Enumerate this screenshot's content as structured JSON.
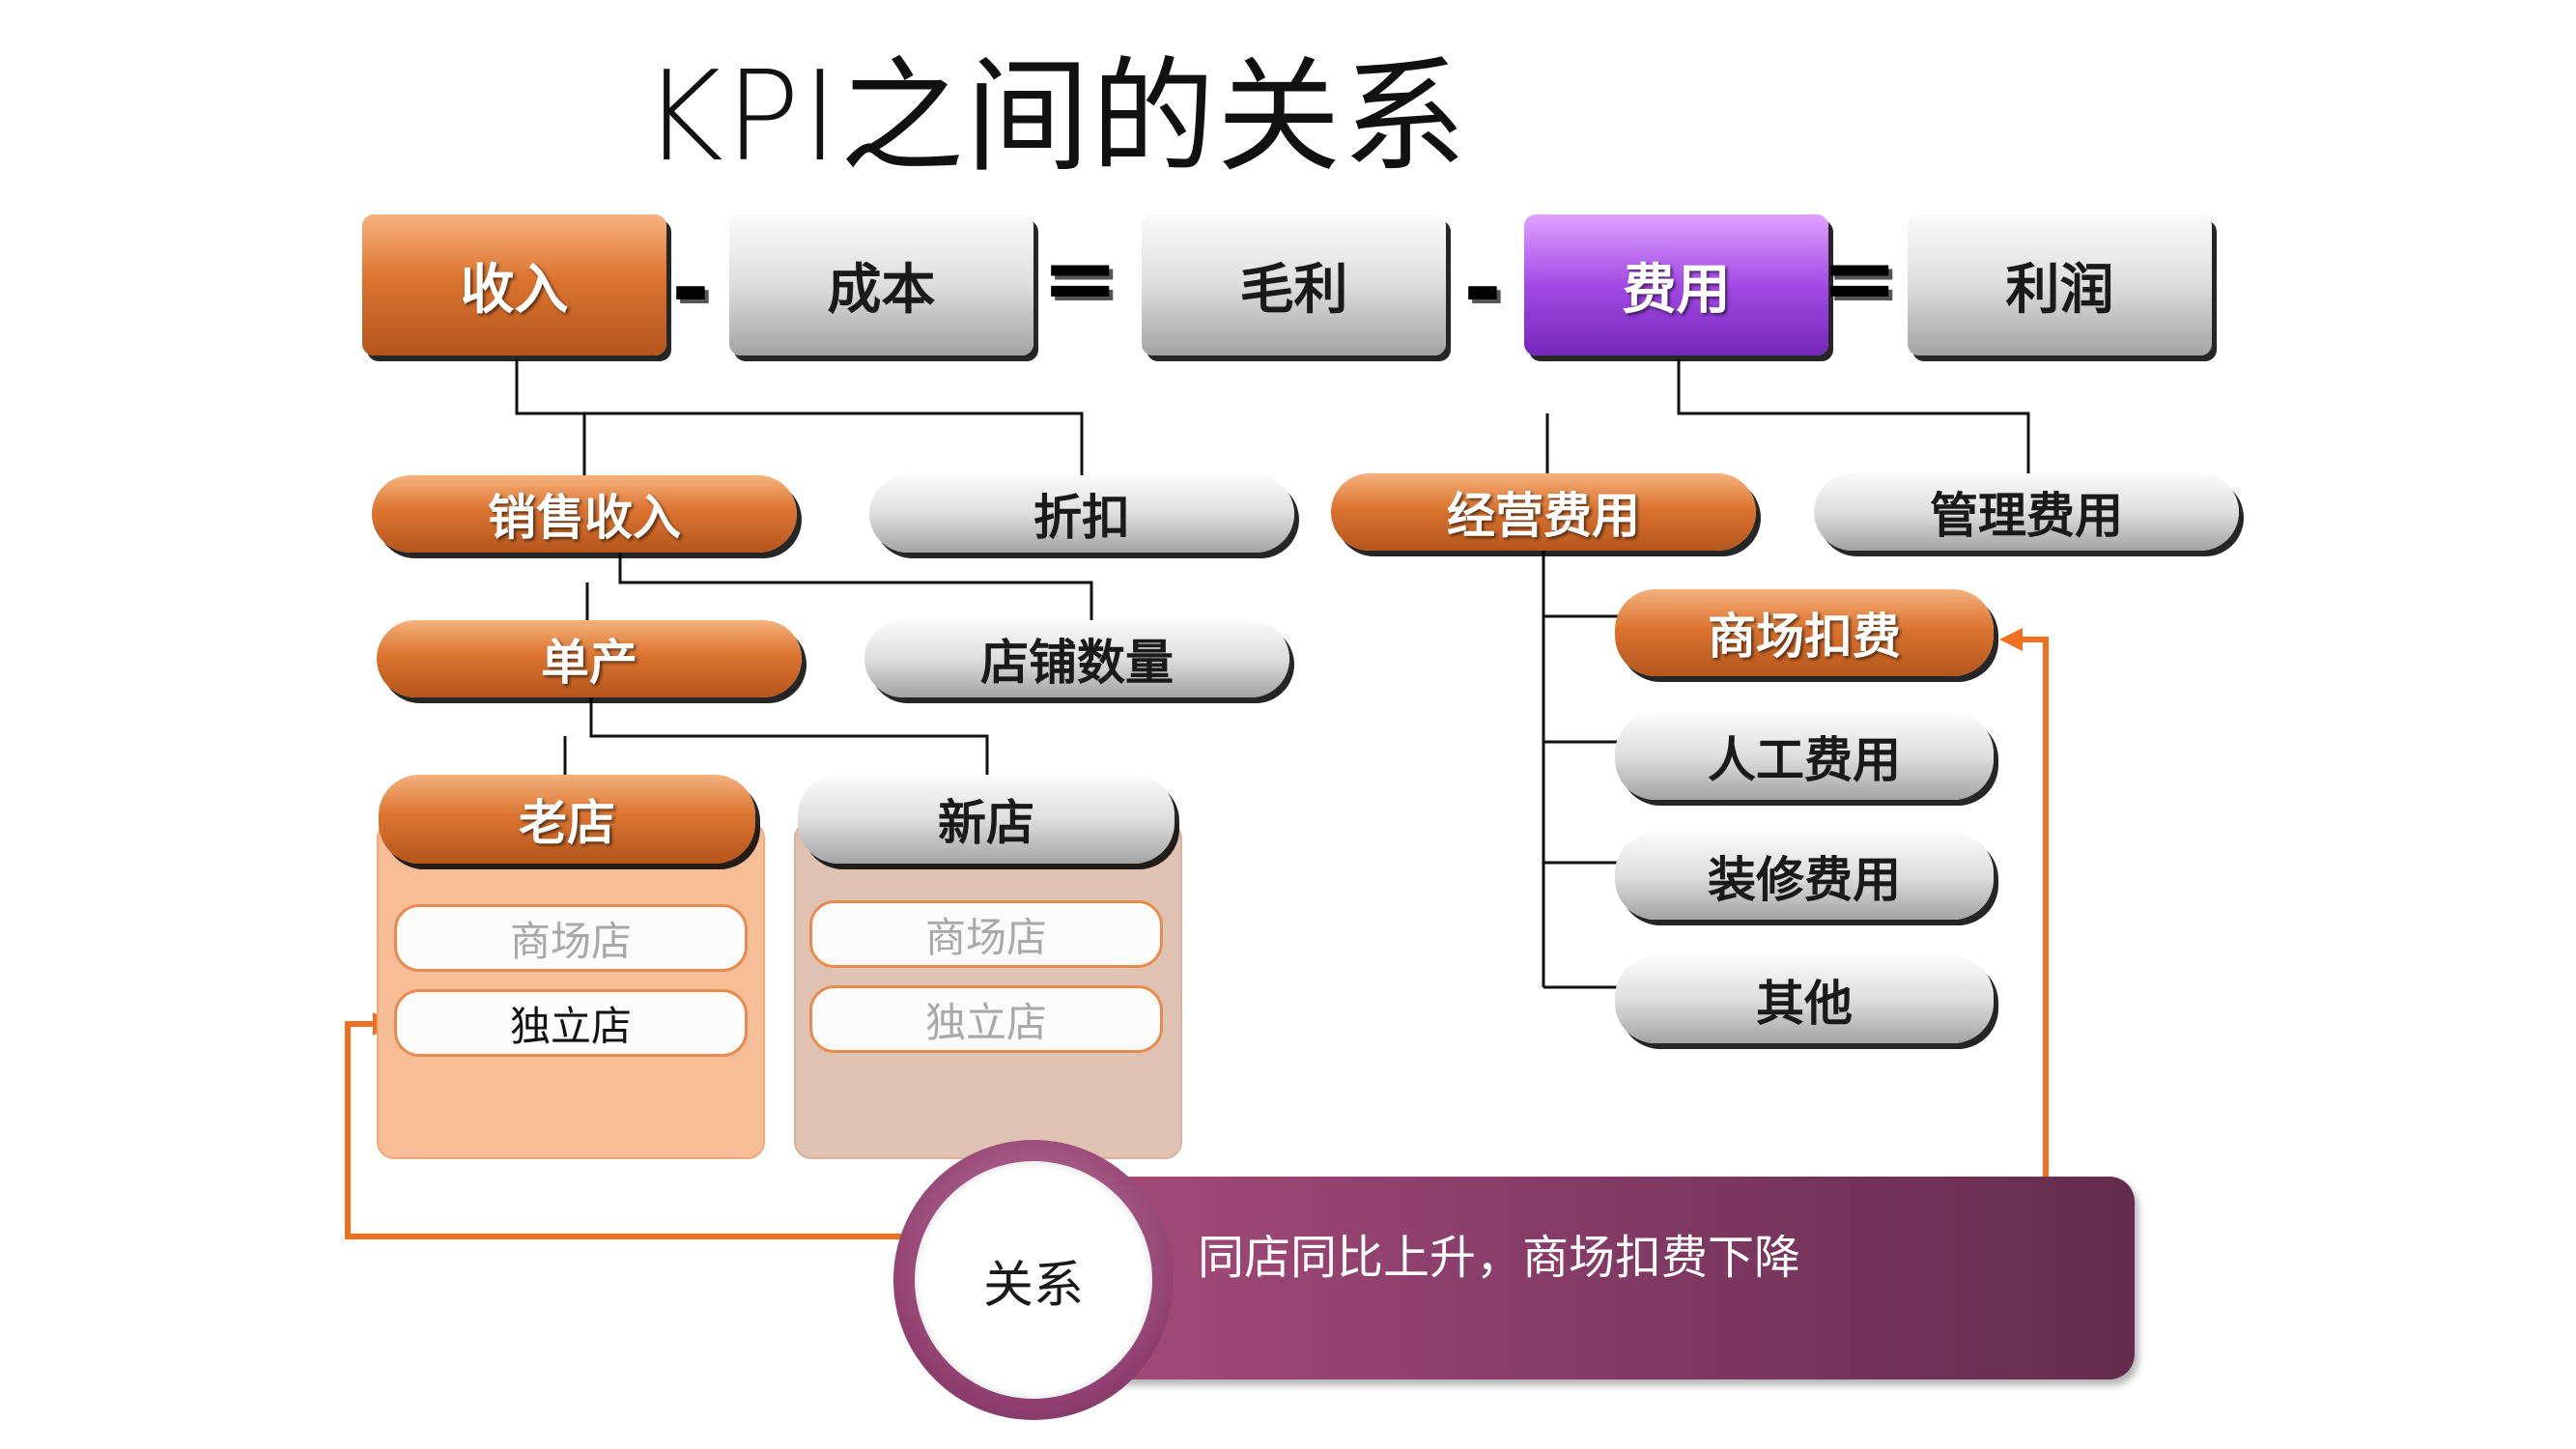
{
  "title": "KPI之间的关系",
  "equation": {
    "revenue": "收入",
    "cost": "成本",
    "gross_profit": "毛利",
    "expense": "费用",
    "profit": "利润",
    "minus": "-",
    "equals": "="
  },
  "revenue_tree": {
    "sales_revenue": "销售收入",
    "discount": "折扣",
    "unit_output": "单产",
    "store_count": "店铺数量",
    "old_store": {
      "label": "老店",
      "items": [
        "商场店",
        "独立店"
      ]
    },
    "new_store": {
      "label": "新店",
      "items": [
        "商场店",
        "独立店"
      ]
    }
  },
  "expense_tree": {
    "operating_expense": "经营费用",
    "management_expense": "管理费用",
    "items": [
      "商场扣费",
      "人工费用",
      "装修费用",
      "其他"
    ]
  },
  "relation": {
    "badge": "关系",
    "text": "同店同比上升，商场扣费下降"
  },
  "colors": {
    "orange": "#dc7430",
    "purple": "#a34ae6",
    "gray": "#dedede",
    "banner": "#823a64",
    "arrow": "#f07020"
  }
}
